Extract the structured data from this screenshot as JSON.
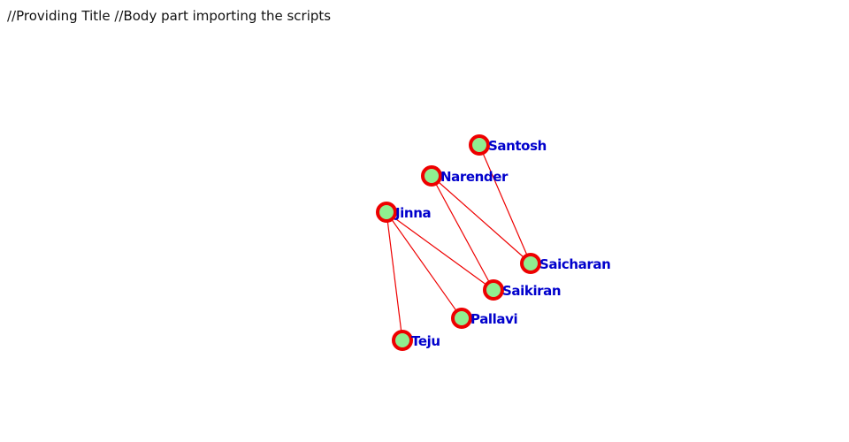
{
  "header": {
    "text": "//Providing Title //Body part importing the scripts"
  },
  "colors": {
    "node_fill": "#90ee90",
    "node_stroke": "#ee0000",
    "edge": "#ee0000",
    "label": "#0000cc"
  },
  "graph": {
    "nodes": [
      {
        "id": "santosh",
        "label": "Santosh"
      },
      {
        "id": "narender",
        "label": "Narender"
      },
      {
        "id": "jinna",
        "label": "Jinna"
      },
      {
        "id": "saicharan",
        "label": "Saicharan"
      },
      {
        "id": "saikiran",
        "label": "Saikiran"
      },
      {
        "id": "pallavi",
        "label": "Pallavi"
      },
      {
        "id": "teju",
        "label": "Teju"
      }
    ],
    "edges": [
      {
        "source": "santosh",
        "target": "saicharan"
      },
      {
        "source": "narender",
        "target": "saicharan"
      },
      {
        "source": "narender",
        "target": "saikiran"
      },
      {
        "source": "jinna",
        "target": "saikiran"
      },
      {
        "source": "jinna",
        "target": "pallavi"
      },
      {
        "source": "jinna",
        "target": "teju"
      }
    ]
  }
}
